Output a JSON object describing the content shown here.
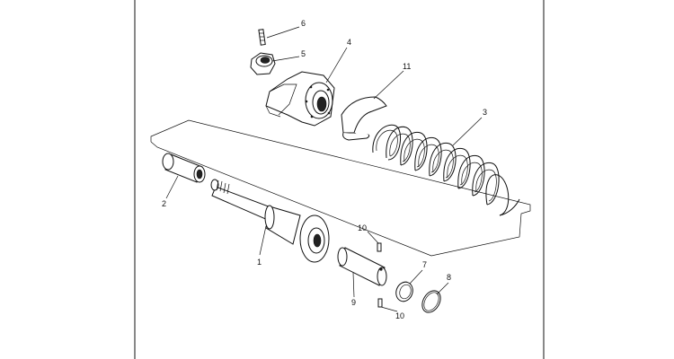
{
  "callouts": {
    "part1": "1",
    "part2": "2",
    "part3": "3",
    "part4": "4",
    "part5": "5",
    "part6": "6",
    "part7": "7",
    "part8": "8",
    "part9": "9",
    "part10_upper": "10",
    "part10_lower": "10",
    "part11": "11"
  }
}
